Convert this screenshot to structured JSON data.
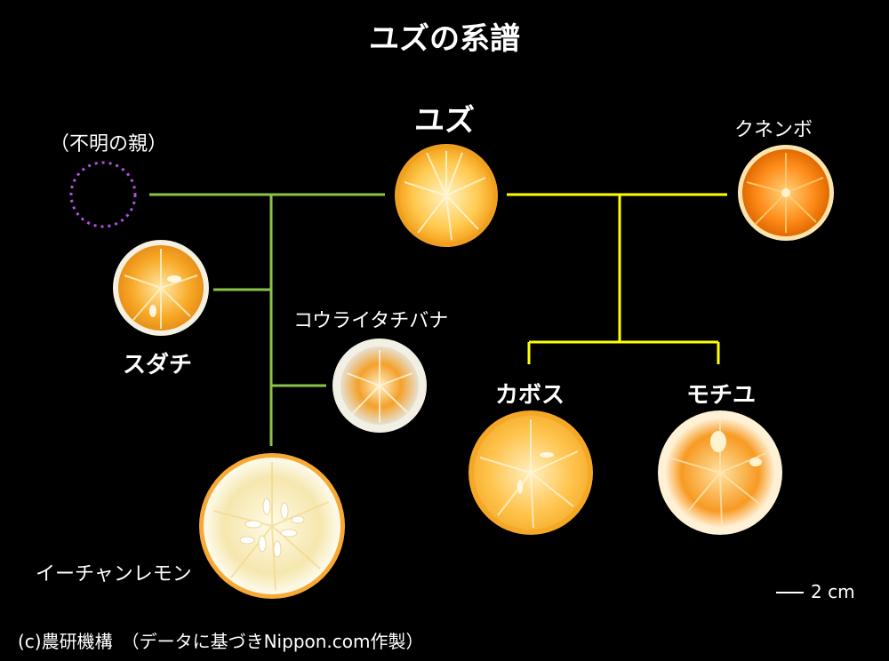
{
  "title": "ユズの系譜",
  "labels": {
    "unknown_parent": "（不明の親）",
    "yuzu": "ユズ",
    "kunenbo": "クネンボ",
    "sudachi": "スダチ",
    "kouraitachibana": "コウライタチバナ",
    "kabosu": "カボス",
    "mochiyu": "モチユ",
    "ichanglemon": "イーチャンレモン"
  },
  "scale_label": "2 cm",
  "credit": "(c)農研機構　（データに基づきNippon.com作製）",
  "colors": {
    "yuzu_parent_line": "#8bc34a",
    "kunenbo_line": "#ffff00",
    "unknown_parent_outline": "#b44fe0"
  }
}
